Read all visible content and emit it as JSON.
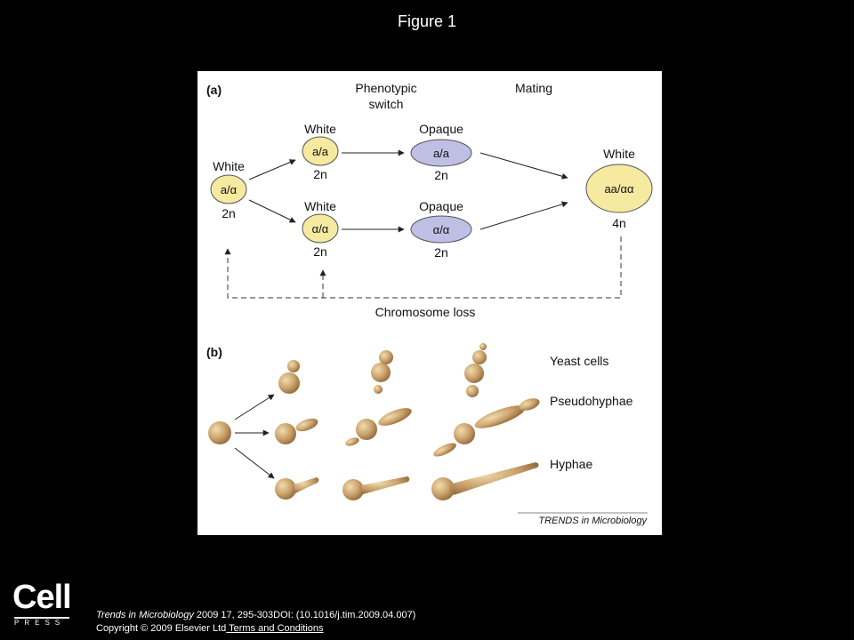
{
  "page": {
    "title": "Figure 1"
  },
  "panel_a": {
    "label": "(a)",
    "header_left": "Phenotypic",
    "header_left_2": "switch",
    "header_right": "Mating",
    "start": {
      "state": "White",
      "genotype": "a/α",
      "ploidy": "2n"
    },
    "white_top": {
      "state": "White",
      "genotype": "a/a",
      "ploidy": "2n"
    },
    "white_bottom": {
      "state": "White",
      "genotype": "α/α",
      "ploidy": "2n"
    },
    "opaque_top": {
      "state": "Opaque",
      "genotype": "a/a",
      "ploidy": "2n"
    },
    "opaque_bottom": {
      "state": "Opaque",
      "genotype": "α/α",
      "ploidy": "2n"
    },
    "result": {
      "state": "White",
      "genotype": "aa/αα",
      "ploidy": "4n"
    },
    "loop_label": "Chromosome loss"
  },
  "panel_b": {
    "label": "(b)",
    "yeast_label": "Yeast cells",
    "pseudo_label": "Pseudohyphae",
    "hyphae_label": "Hyphae",
    "credit": "TRENDS in Microbiology"
  },
  "colors": {
    "white_cell": "#f6e9a0",
    "opaque_cell": "#bfbfe6",
    "fungal_cell": "#c9a06a",
    "background": "#000000"
  },
  "logo": {
    "word": "Cell",
    "sub": "PRESS"
  },
  "footer": {
    "journal": "Trends in Microbiology",
    "citation": " 2009 17, 295-303DOI: (10.1016/j.tim.2009.04.007)",
    "copyright": "Copyright © 2009 Elsevier Ltd",
    "terms": " Terms and Conditions"
  }
}
